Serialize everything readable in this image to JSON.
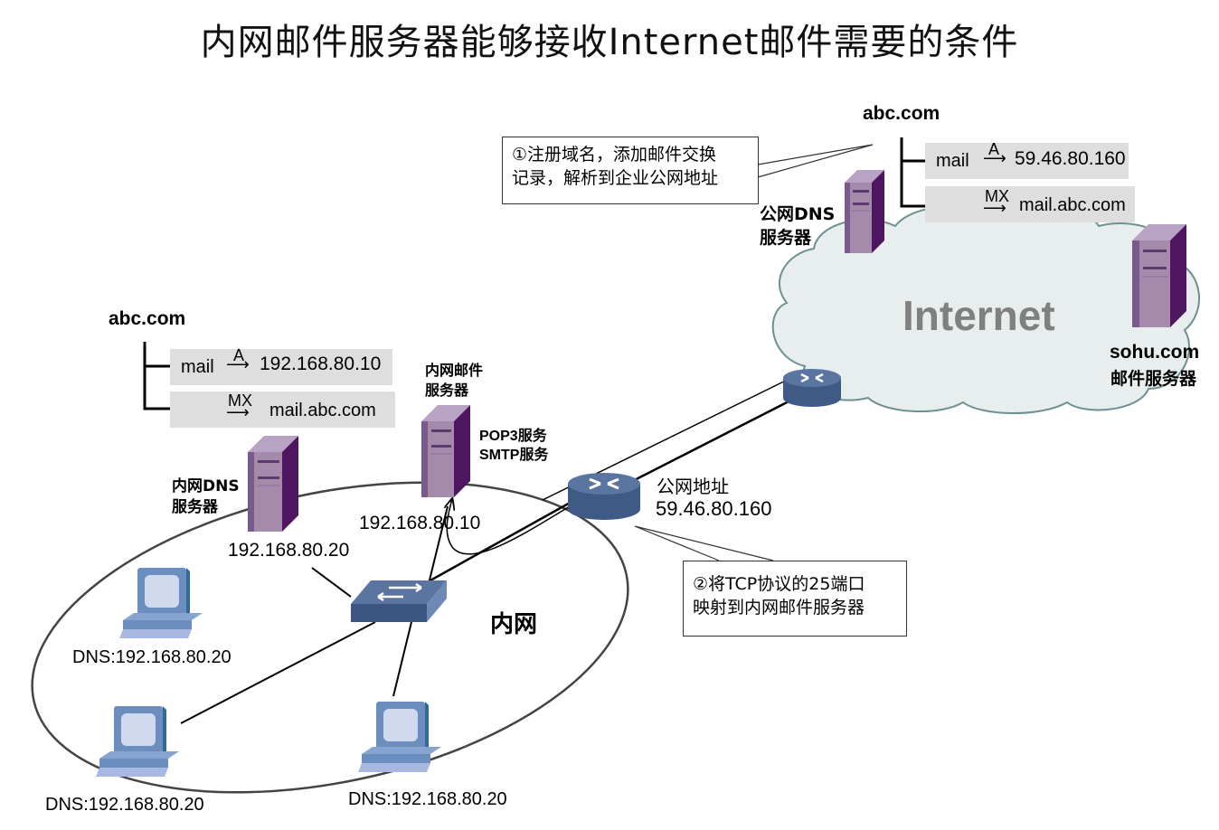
{
  "title": "内网邮件服务器能够接收Internet邮件需要的条件",
  "colors": {
    "server_front": "#a68aab",
    "server_side": "#4e1560",
    "server_top": "#b8a3c4",
    "router_body": "#3f5b85",
    "switch_body": "#3c5582",
    "pc_body": "#6c8ebf",
    "cloud_fill": "#e8eeee",
    "cloud_stroke": "#6d9090",
    "record_bg": "#dedede",
    "internet_text": "#808080"
  },
  "public_dns": {
    "zone": "abc.com",
    "label_line1": "公网DNS",
    "label_line2": "服务器",
    "records": [
      {
        "name": "mail",
        "type": "A",
        "value": "59.46.80.160"
      },
      {
        "name": "",
        "type": "MX",
        "value": "mail.abc.com"
      }
    ]
  },
  "private_dns": {
    "zone": "abc.com",
    "label_line1": "内网DNS",
    "label_line2": "服务器",
    "ip": "192.168.80.20",
    "records": [
      {
        "name": "mail",
        "type": "A",
        "value": "192.168.80.10"
      },
      {
        "name": "",
        "type": "MX",
        "value": "mail.abc.com"
      }
    ]
  },
  "mail_server": {
    "label_line1": "内网邮件",
    "label_line2": "服务器",
    "service1": "POP3服务",
    "service2": "SMTP服务",
    "ip": "192.168.80.10"
  },
  "internet": {
    "label": "Internet",
    "remote_server_line1": "sohu.com",
    "remote_server_line2": "邮件服务器"
  },
  "gateway": {
    "label": "公网地址",
    "ip": "59.46.80.160"
  },
  "lan": {
    "label": "内网",
    "clients": [
      {
        "dns": "DNS:192.168.80.20"
      },
      {
        "dns": "DNS:192.168.80.20"
      },
      {
        "dns": "DNS:192.168.80.20"
      }
    ]
  },
  "callouts": [
    {
      "step": "①",
      "line1": "注册域名，添加邮件交换",
      "line2": "记录，解析到企业公网地址"
    },
    {
      "step": "②",
      "line1": "将TCP协议的25端口",
      "line2": "映射到内网邮件服务器"
    }
  ]
}
